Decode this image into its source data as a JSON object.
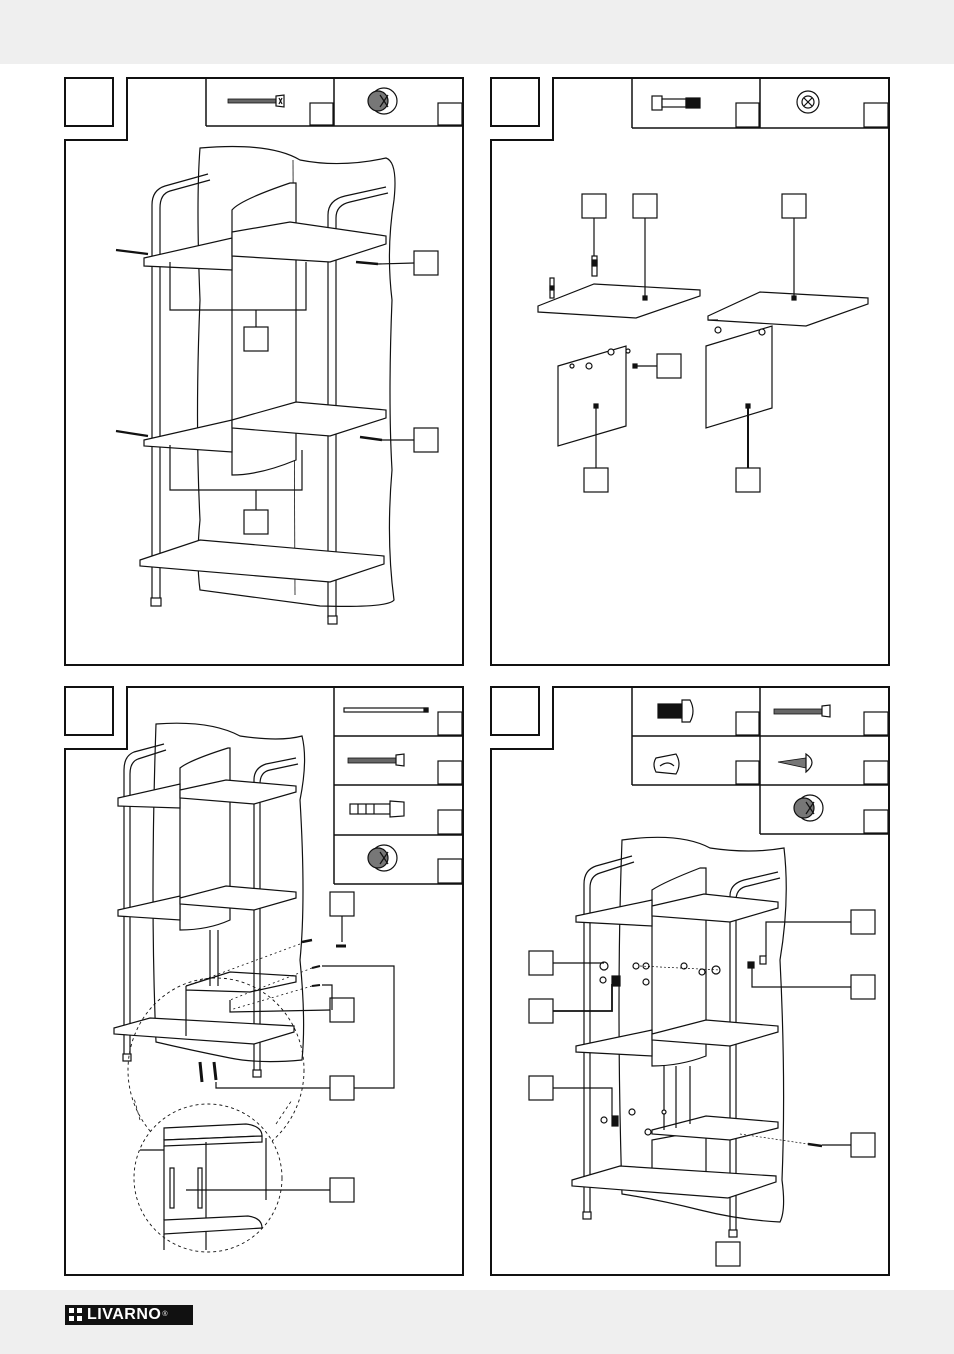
{
  "brand": {
    "logo_text": "LIVARNO",
    "logo_mark": "®"
  },
  "panels": [
    {
      "id": "step-a",
      "parts": [
        "long-screw-icon",
        "cam-lock-nut-icon"
      ]
    },
    {
      "id": "step-b",
      "parts": [
        "dowel-bolt-icon",
        "cam-nut-small-icon"
      ]
    },
    {
      "id": "step-c",
      "parts": [
        "rod-icon",
        "long-screw-icon",
        "plastic-dowel-icon",
        "cam-lock-nut-icon"
      ]
    },
    {
      "id": "step-d",
      "parts": [
        "connector-bolt-icon",
        "long-screw-icon",
        "clip-icon",
        "wood-screw-icon",
        "cam-lock-nut-icon"
      ]
    }
  ],
  "colors": {
    "line": "#111111",
    "band": "#efefef",
    "paper": "#ffffff"
  }
}
